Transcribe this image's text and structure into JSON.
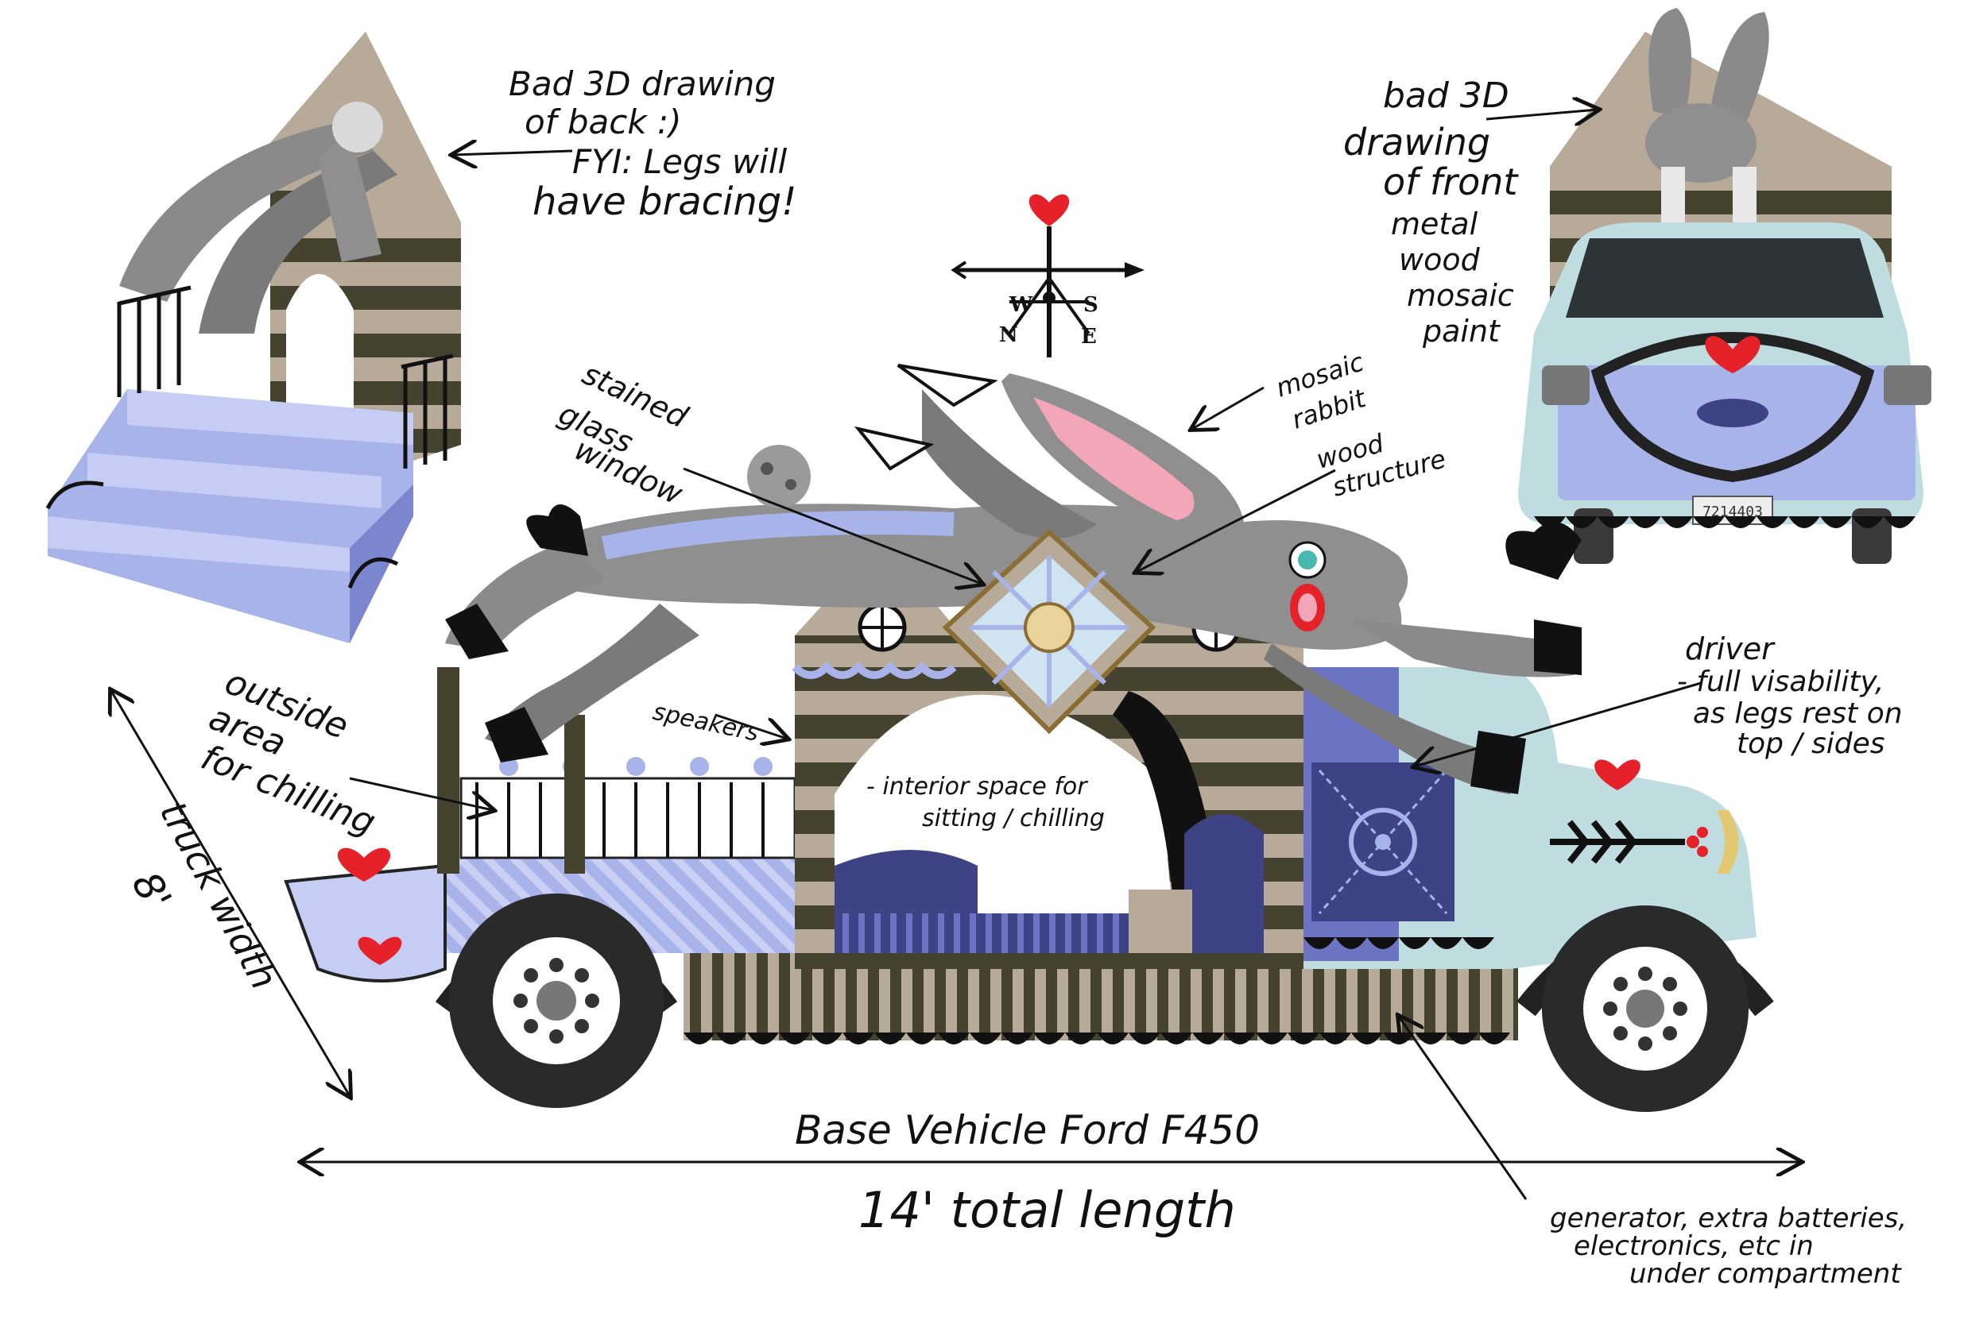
{
  "annotations": {
    "back_drawing": [
      "Bad 3D drawing",
      "of back :)",
      "FYI: Legs will",
      "have bracing!"
    ],
    "front_drawing": [
      "bad 3D",
      "drawing",
      "of front",
      "metal",
      "wood",
      "mosaic",
      "paint"
    ],
    "stained_glass": [
      "stained",
      "glass",
      "window"
    ],
    "mosaic_rabbit": [
      "mosaic",
      "rabbit"
    ],
    "wood_structure": [
      "wood",
      "structure"
    ],
    "outside_area": [
      "outside",
      "area",
      "for chilling"
    ],
    "speakers": "speakers",
    "interior": [
      "- interior space for",
      "sitting / chilling"
    ],
    "driver": [
      "driver",
      "- full visability,",
      "as legs rest on",
      "top / sides"
    ],
    "truck_width": [
      "truck width",
      "8'"
    ],
    "base_vehicle": "Base Vehicle Ford F450",
    "total_length": "14' total length",
    "generator": [
      "generator, extra batteries,",
      "electronics, etc in",
      "under compartment"
    ],
    "compass": {
      "w": "W",
      "s": "S",
      "n": "N",
      "e": "E"
    },
    "license_plate": "7214403"
  },
  "colors": {
    "stripe_dark": "#45432f",
    "stripe_light": "#b7aa98",
    "lavender": "#a8b3ea",
    "rabbit_gray": "#8f8f8f",
    "rabbit_pink": "#f2a6b8",
    "navy": "#3e4386",
    "heart_red": "#e5222a",
    "truck_blue": "#bfdde0",
    "tire": "#2a2a2a"
  }
}
